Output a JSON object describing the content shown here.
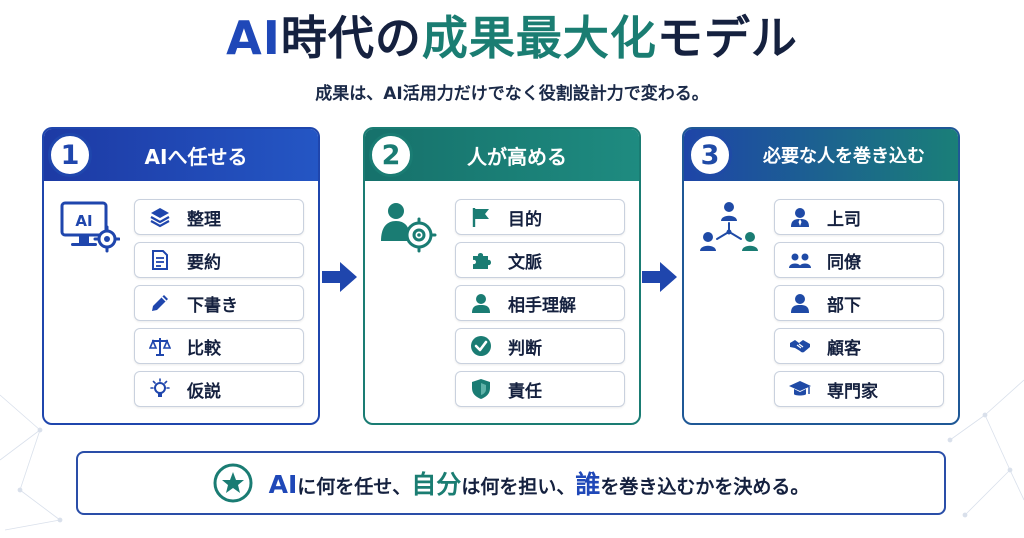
{
  "title": {
    "part1": "AI",
    "part2": "時代の",
    "part3": "成果最大化",
    "part4": "モデル"
  },
  "subtitle": "成果は、AI活用力だけでなく役割設計力で変わる。",
  "panels": [
    {
      "number": "1",
      "heading": "AIへ任せる",
      "icon_text": "AI",
      "items": [
        "整理",
        "要約",
        "下書き",
        "比較",
        "仮説"
      ]
    },
    {
      "number": "2",
      "heading": "人が高める",
      "items": [
        "目的",
        "文脈",
        "相手理解",
        "判断",
        "責任"
      ]
    },
    {
      "number": "3",
      "heading": "必要な人を巻き込む",
      "items": [
        "上司",
        "同僚",
        "部下",
        "顧客",
        "専門家"
      ]
    }
  ],
  "banner": {
    "w1": "AI",
    "w2": "に何を任せ、",
    "w3": "自分",
    "w4": "は何を担い、",
    "w5": "誰",
    "w6": "を巻き込むかを決める。"
  },
  "colors": {
    "blue": "#1f48b8",
    "teal": "#1a7d72",
    "navy": "#15213f"
  },
  "icons": {
    "panel1": "ai-monitor-gear-icon",
    "panel2": "person-target-icon",
    "panel3": "people-network-icon",
    "panel1_items": [
      "layers-icon",
      "document-icon",
      "pencil-icon",
      "scale-icon",
      "lightbulb-icon"
    ],
    "panel2_items": [
      "flag-icon",
      "puzzle-icon",
      "person-icon",
      "check-circle-icon",
      "shield-icon"
    ],
    "panel3_items": [
      "person-icon",
      "two-people-icon",
      "person-icon",
      "handshake-icon",
      "graduation-cap-icon"
    ],
    "banner": "star-circle-icon"
  }
}
